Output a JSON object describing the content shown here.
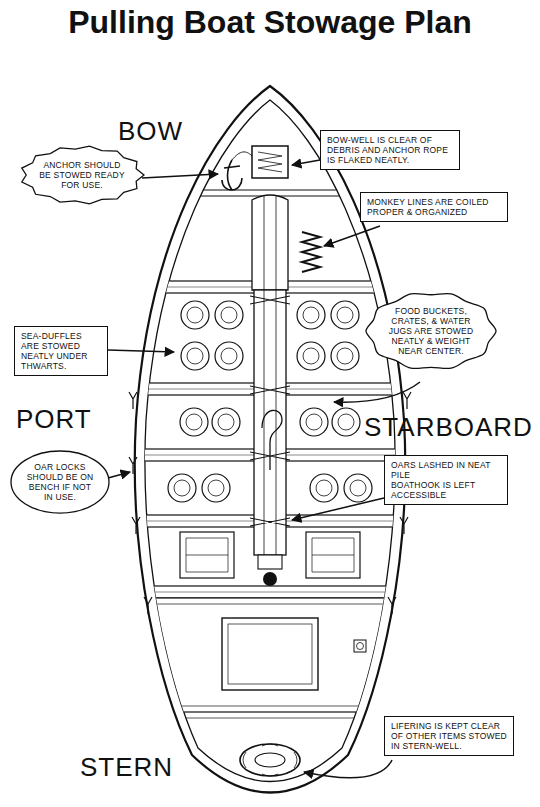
{
  "diagram": {
    "title": "Pulling Boat Stowage Plan",
    "nodes": [
      {
        "text": [
          "ANCHOR SHOULD BE STOWED READY FOR USE."
        ]
      },
      {
        "text": [
          "BOW-WELL IS CLEAR OF DEBRIS AND ANCHOR ROPE IS FLAKED NEATLY."
        ]
      },
      {
        "text": [
          "MONKEY LINES ARE COILED PROPER & ORGANIZED"
        ]
      },
      {
        "text": [
          "FOOD BUCKETS, CRATES, & WATER JUGS ARE STOWED NEATLY & WEIGHT NEAR CENTER."
        ]
      },
      {
        "text": [
          "SEA-DUFFLES ARE STOWED NEATLY UNDER THWARTS."
        ]
      },
      {
        "text": [
          "OAR LOCKS SHOULD BE ON BENCH IF NOT IN USE."
        ]
      },
      {
        "text": [
          "OARS LASHED IN NEAT PILE",
          "BOATHOOK IS LEFT ACCESSIBLE"
        ]
      },
      {
        "text": [
          "LIFERING IS KEPT CLEAR OF OTHER ITEMS STOWED IN STERN-WELL."
        ]
      }
    ],
    "labels": [
      "BOW",
      "PORT",
      "STARBOARD",
      "STERN"
    ]
  }
}
